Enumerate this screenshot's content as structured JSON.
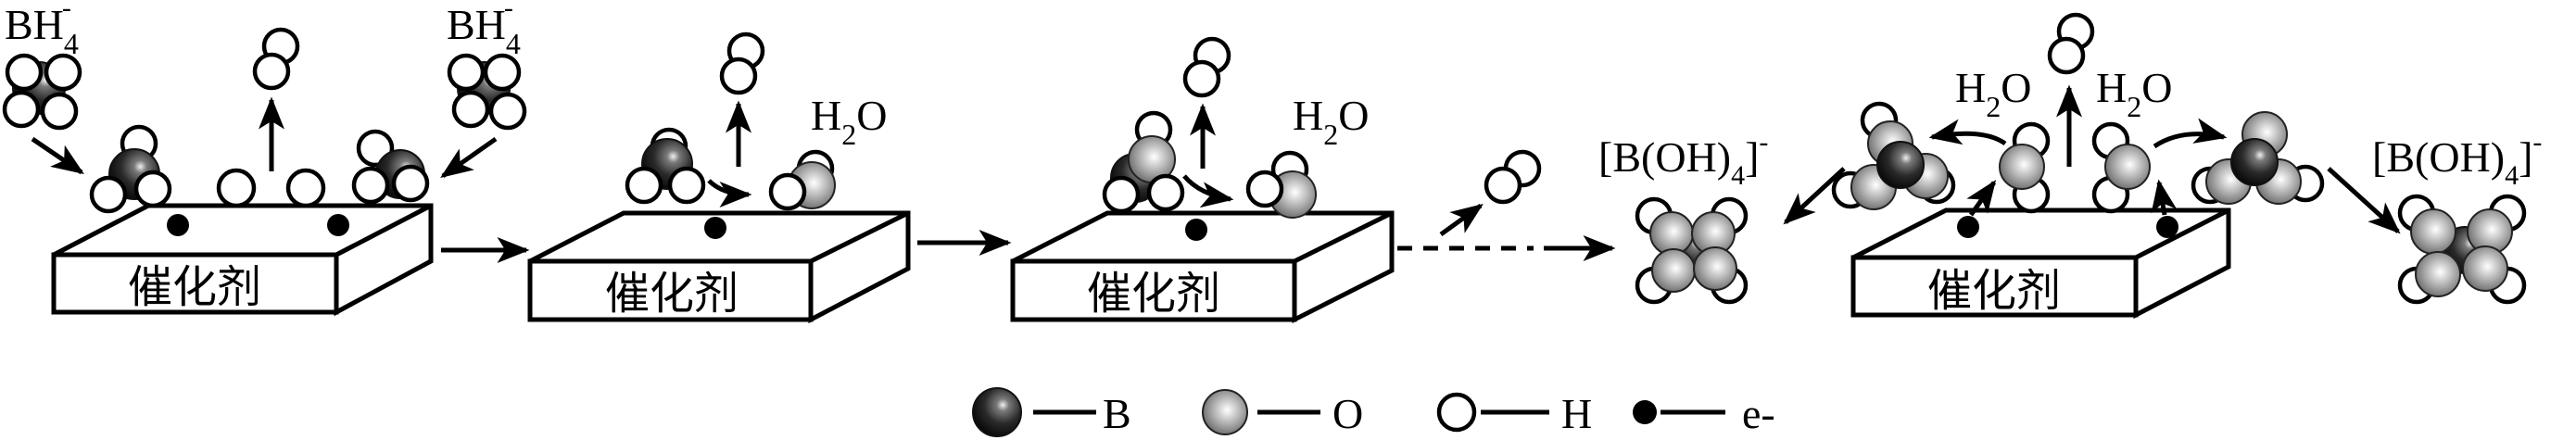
{
  "figure": {
    "description": "Mechanism of catalytic hydrolysis of borohydride on a catalyst surface",
    "catalyst_label": "催化剂",
    "reactant_label": {
      "base": "BH",
      "sub": "4",
      "sup": "-"
    },
    "water_label": {
      "base": "H",
      "sub": "2",
      "tail": "O"
    },
    "product_label": {
      "open": "[B(OH)",
      "sub": "4",
      "close": "]",
      "sup": "-"
    },
    "stages": [
      {
        "id": 1,
        "catalyst": "催化剂",
        "labels": [
          "BH4-",
          "BH4-"
        ],
        "electrons": 2,
        "released": "H2"
      },
      {
        "id": 2,
        "catalyst": "催化剂",
        "labels": [
          "H2O"
        ],
        "electrons": 1,
        "released": "H2"
      },
      {
        "id": 3,
        "catalyst": "催化剂",
        "labels": [
          "H2O"
        ],
        "electrons": 1,
        "released": "H2"
      },
      {
        "id": 4,
        "catalyst": "催化剂",
        "labels": [
          "H2O",
          "H2O"
        ],
        "electrons": 2,
        "released": "H2"
      }
    ],
    "products": [
      "[B(OH)4]-",
      "[B(OH)4]-"
    ]
  },
  "legend": {
    "items": [
      {
        "symbol": "boron-atom",
        "label": "B"
      },
      {
        "symbol": "oxygen-atom",
        "label": "O"
      },
      {
        "symbol": "hydrogen-atom",
        "label": "H"
      },
      {
        "symbol": "electron",
        "label": "e-"
      }
    ]
  },
  "colors": {
    "boron_dark": "#111111",
    "boron_highlight": "#e8e8e8",
    "oxygen_dark": "#555555",
    "oxygen_highlight": "#ffffff",
    "hydrogen": "#ffffff",
    "electron": "#000000",
    "stroke": "#000000"
  }
}
